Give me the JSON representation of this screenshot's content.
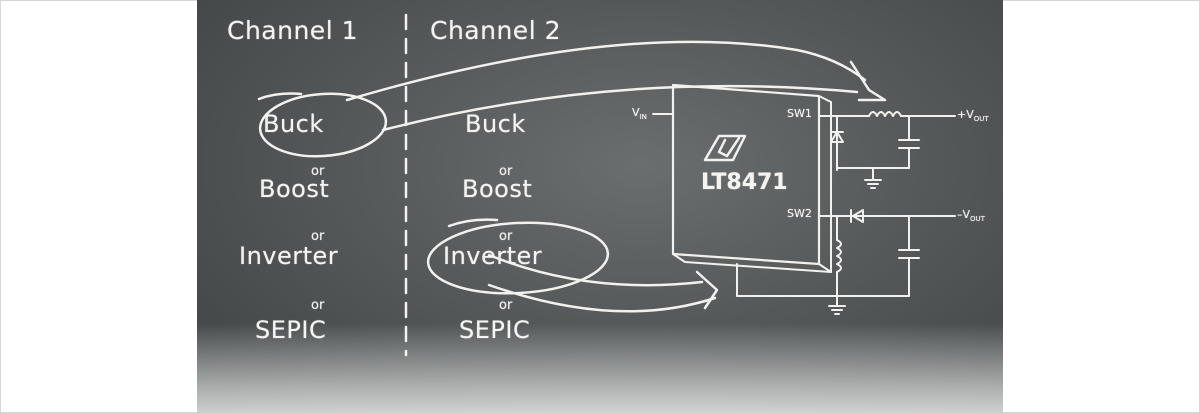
{
  "channels": {
    "channel1": {
      "header": "Channel 1",
      "options": [
        "Buck",
        "Boost",
        "Inverter",
        "SEPIC"
      ],
      "circled": "Buck"
    },
    "channel2": {
      "header": "Channel 2",
      "options": [
        "Buck",
        "Boost",
        "Inverter",
        "SEPIC"
      ],
      "circled": "Inverter"
    },
    "separator": "or"
  },
  "schematic": {
    "chip_part": "LT8471",
    "pins": {
      "sw1": "SW1",
      "sw2": "SW2"
    },
    "input": {
      "v": "V",
      "sub": "IN"
    },
    "output_pos": {
      "sign": "+V",
      "sub": "OUT"
    },
    "output_neg": {
      "sign": "–V",
      "sub": "OUT"
    }
  },
  "colors": {
    "chalk": "#f4f4f2",
    "board": "#555959"
  }
}
